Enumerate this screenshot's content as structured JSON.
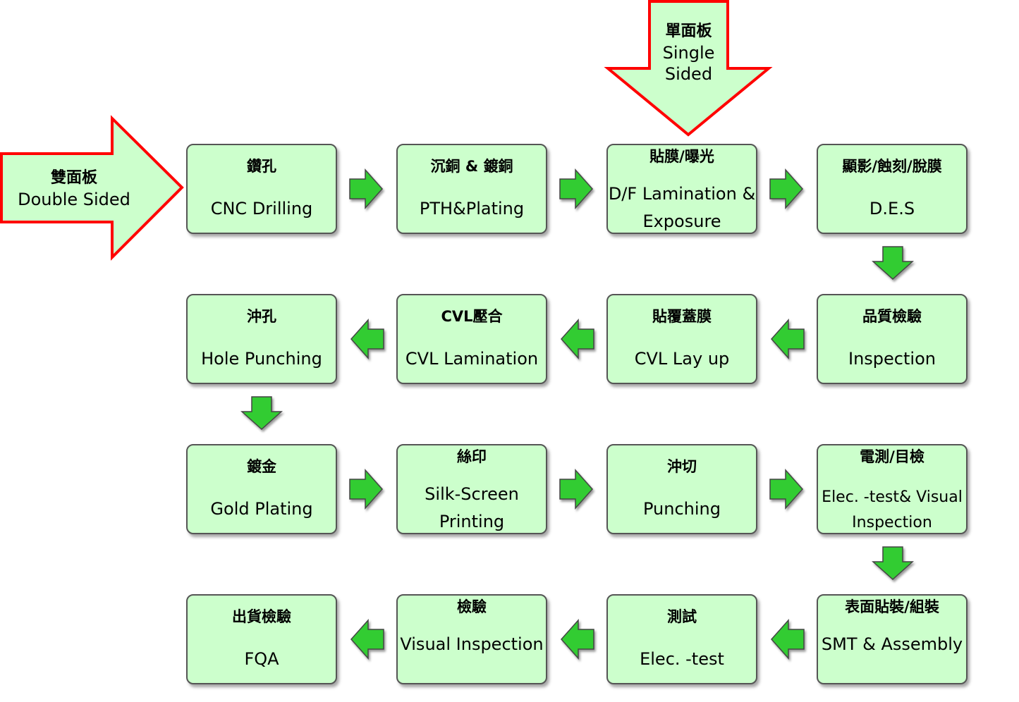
{
  "inputs": {
    "double": {
      "zh": "雙面板",
      "en": "Double Sided"
    },
    "single": {
      "zh": "單面板",
      "en1": "Single",
      "en2": "Sided"
    }
  },
  "steps": [
    {
      "zh": "鑽孔",
      "en": "CNC Drilling"
    },
    {
      "zh": "沉銅 & 鍍銅",
      "en": "PTH&Plating"
    },
    {
      "zh": "貼膜/曝光",
      "en": "D/F Lamination & Exposure"
    },
    {
      "zh": "顯影/蝕刻/脫膜",
      "en": "D.E.S"
    },
    {
      "zh": "品質檢驗",
      "en": "Inspection"
    },
    {
      "zh": "貼覆蓋膜",
      "en": "CVL Lay up"
    },
    {
      "zh": "CVL壓合",
      "en": "CVL Lamination"
    },
    {
      "zh": "沖孔",
      "en": "Hole Punching"
    },
    {
      "zh": "鍍金",
      "en": "Gold Plating"
    },
    {
      "zh": "絲印",
      "en": "Silk-Screen Printing"
    },
    {
      "zh": "沖切",
      "en": "Punching"
    },
    {
      "zh": "電測/目檢",
      "en": "Elec. -test& Visual Inspection"
    },
    {
      "zh": "表面貼裝/組裝",
      "en": "SMT & Assembly"
    },
    {
      "zh": "測試",
      "en": "Elec. -test"
    },
    {
      "zh": "檢驗",
      "en": "Visual Inspection"
    },
    {
      "zh": "出貨檢驗",
      "en": "FQA"
    }
  ],
  "colors": {
    "box_fill": "#ccffcc",
    "box_border": "#555555",
    "arrow_fill": "#33cc33",
    "input_fill": "#ccffcc",
    "input_border": "#ff0000"
  }
}
